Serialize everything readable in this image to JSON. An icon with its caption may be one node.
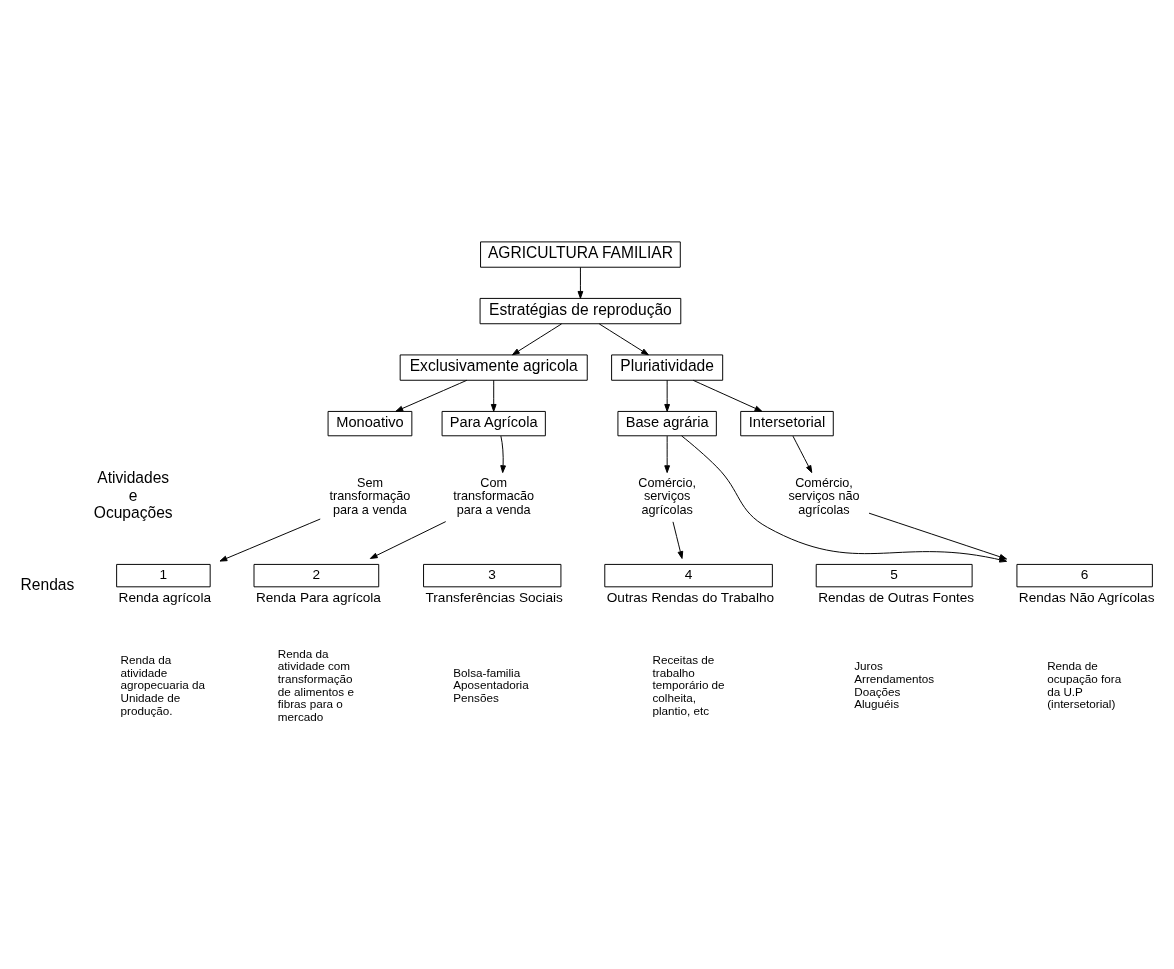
{
  "diagram": {
    "nodes": [
      {
        "text": [
          "AGRICULTURA FAMILIAR"
        ]
      },
      {
        "text": [
          "Estratégias de reprodução"
        ]
      },
      {
        "text": [
          "Exclusivamente agricola"
        ]
      },
      {
        "text": [
          "Pluriatividade"
        ]
      },
      {
        "text": [
          "Monoativo"
        ]
      },
      {
        "text": [
          "Para Agrícola"
        ]
      },
      {
        "text": [
          "Base agrária"
        ]
      },
      {
        "text": [
          "Intersetorial"
        ]
      },
      {
        "text": [
          "Sem transformação para a venda"
        ]
      },
      {
        "text": [
          "Com transformacão para a venda"
        ]
      },
      {
        "text": [
          "Comércio, serviços agrícolas"
        ]
      },
      {
        "text": [
          "Comércio, serviços não agrícolas"
        ]
      },
      {
        "text": [
          "1"
        ],
        "beside": [
          "Renda agrícola"
        ]
      },
      {
        "text": [
          "2"
        ],
        "beside": [
          "Renda Para agrícola"
        ]
      },
      {
        "text": [
          "3"
        ],
        "beside": [
          "Transferências Sociais"
        ]
      },
      {
        "text": [
          "4"
        ],
        "beside": [
          "Outras Rendas do Trabalho"
        ]
      },
      {
        "text": [
          "5"
        ],
        "beside": [
          "Rendas de Outras Fontes"
        ]
      },
      {
        "text": [
          "6"
        ],
        "beside": [
          "Rendas Não Agrícolas"
        ]
      }
    ],
    "edges": [
      {
        "from": 0,
        "to": 1,
        "arrow": "to"
      },
      {
        "from": 1,
        "to": 2,
        "arrow": "to"
      },
      {
        "from": 1,
        "to": 3,
        "arrow": "to"
      },
      {
        "from": 2,
        "to": 4,
        "arrow": "to"
      },
      {
        "from": 2,
        "to": 5,
        "arrow": "to"
      },
      {
        "from": 3,
        "to": 6,
        "arrow": "to"
      },
      {
        "from": 3,
        "to": 7,
        "arrow": "to"
      },
      {
        "from": 5,
        "to": 9,
        "arrow": "to"
      },
      {
        "from": 6,
        "to": 10,
        "arrow": "to"
      },
      {
        "from": 7,
        "to": 11,
        "arrow": "to"
      },
      {
        "from": 8,
        "to": 12,
        "arrow": "to"
      },
      {
        "from": 9,
        "to": 13,
        "arrow": "to"
      },
      {
        "from": 10,
        "to": 15,
        "arrow": "to"
      },
      {
        "from": 6,
        "to": 17,
        "arrow": "to"
      },
      {
        "from": 11,
        "to": 17,
        "arrow": "to"
      }
    ],
    "labels": [
      "Atividades e Ocupações",
      "Rendas",
      "Renda da atividade agropecuaria da Unidade de produção.",
      "Renda da atividade com transformação de alimentos e fibras para o mercado",
      "Bolsa-familia Aposentadoria Pensões",
      "Receitas de trabalho temporário de colheita, plantio, etc",
      "Juros Arrendamentos Doações Aluguéis",
      "Renda de ocupação fora da U.P (intersetorial)"
    ]
  }
}
